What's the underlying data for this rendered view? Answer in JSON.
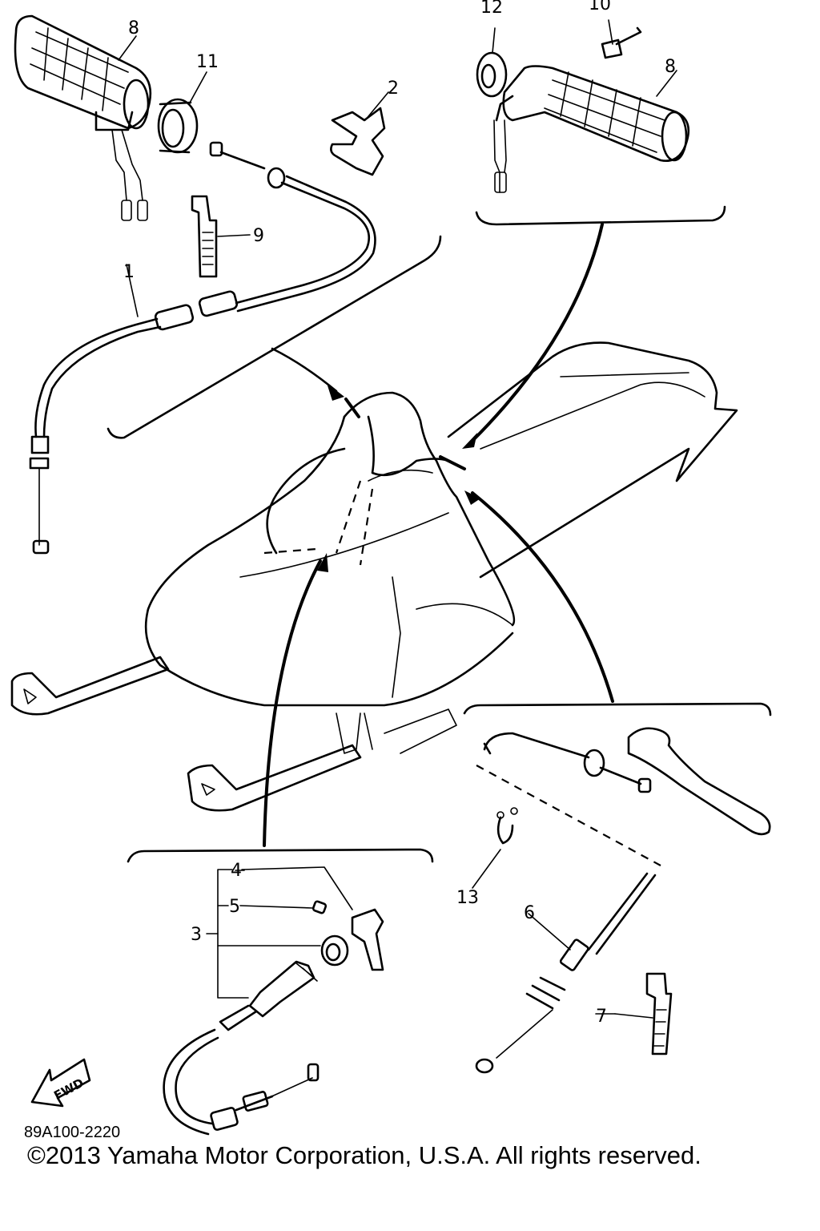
{
  "callouts": {
    "c1": "1",
    "c2": "2",
    "c3": "3",
    "c4": "4",
    "c5": "5",
    "c6": "6",
    "c7": "7",
    "c8a": "8",
    "c8b": "8",
    "c9": "9",
    "c10": "10",
    "c11": "11",
    "c12": "12",
    "c13": "13"
  },
  "fwd_label": "FWD",
  "diagram_code": "89A100-2220",
  "copyright": "©2013 Yamaha Motor Corporation, U.S.A. All rights reserved."
}
